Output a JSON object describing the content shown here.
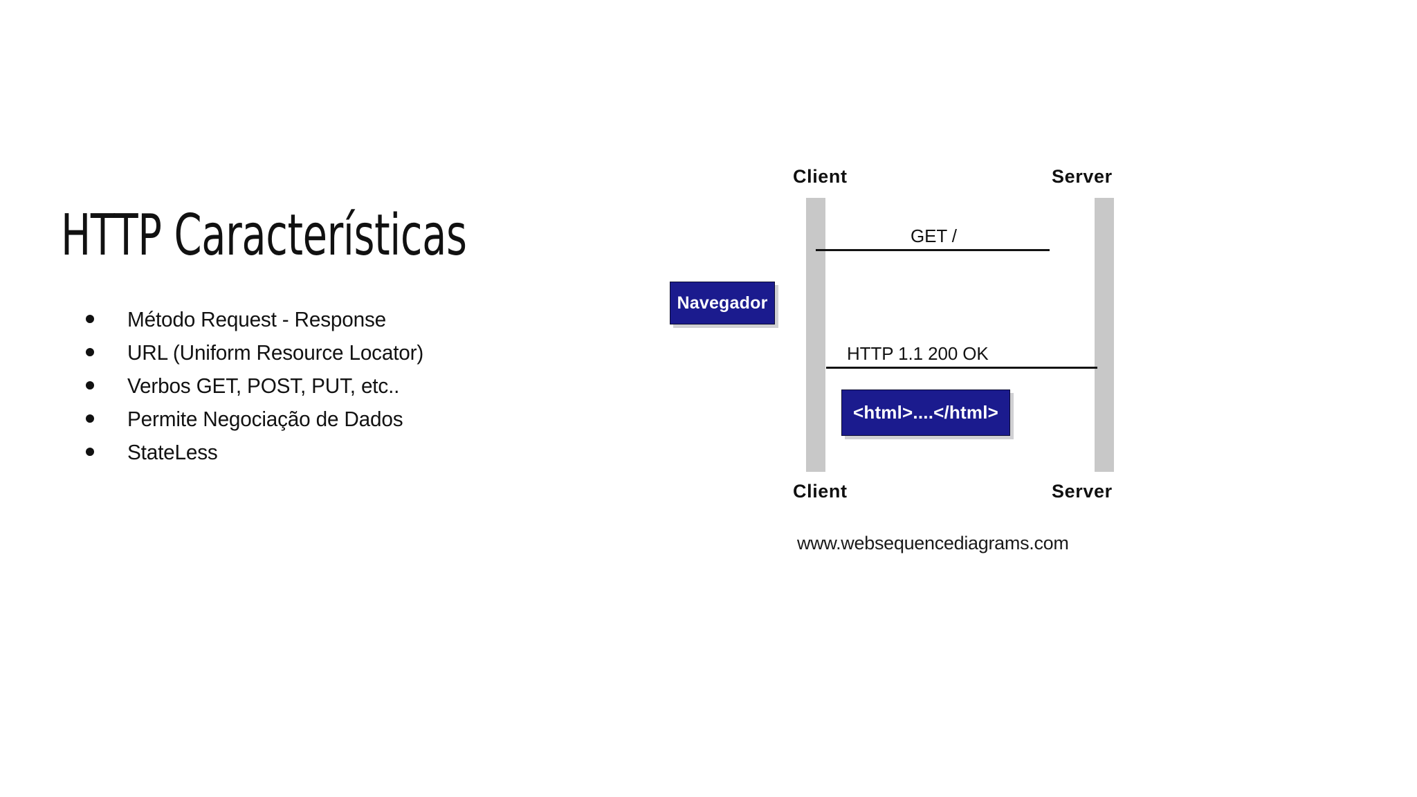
{
  "slide": {
    "background": "#ffffff",
    "title": "HTTP Características",
    "bullets": [
      "Método Request - Response",
      "URL (Uniform Resource Locator)",
      "Verbos GET, POST, PUT, etc..",
      "Permite Negociação de Dados",
      "StateLess"
    ]
  },
  "diagram": {
    "type": "sequence-diagram",
    "credit": "www.websequencediagrams.com",
    "colors": {
      "lifeline": "#c8c8c8",
      "note_fill": "#1b1b8e",
      "note_text": "#ffffff",
      "arrow": "#121212",
      "text": "#101010"
    },
    "actors": [
      {
        "name": "client",
        "label_top": "Client",
        "label_bottom": "Client"
      },
      {
        "name": "server",
        "label_top": "Server",
        "label_bottom": "Server"
      }
    ],
    "messages": [
      {
        "name": "request",
        "label": "GET /",
        "from": "client",
        "to": "server",
        "direction": "right"
      },
      {
        "name": "response",
        "label": "HTTP 1.1 200 OK",
        "from": "server",
        "to": "client",
        "direction": "left"
      }
    ],
    "notes": [
      {
        "name": "navegador-note",
        "label": "Navegador",
        "side": "left-of-client"
      },
      {
        "name": "html-note",
        "label": "<html>....</html>",
        "side": "right-of-client"
      }
    ]
  }
}
